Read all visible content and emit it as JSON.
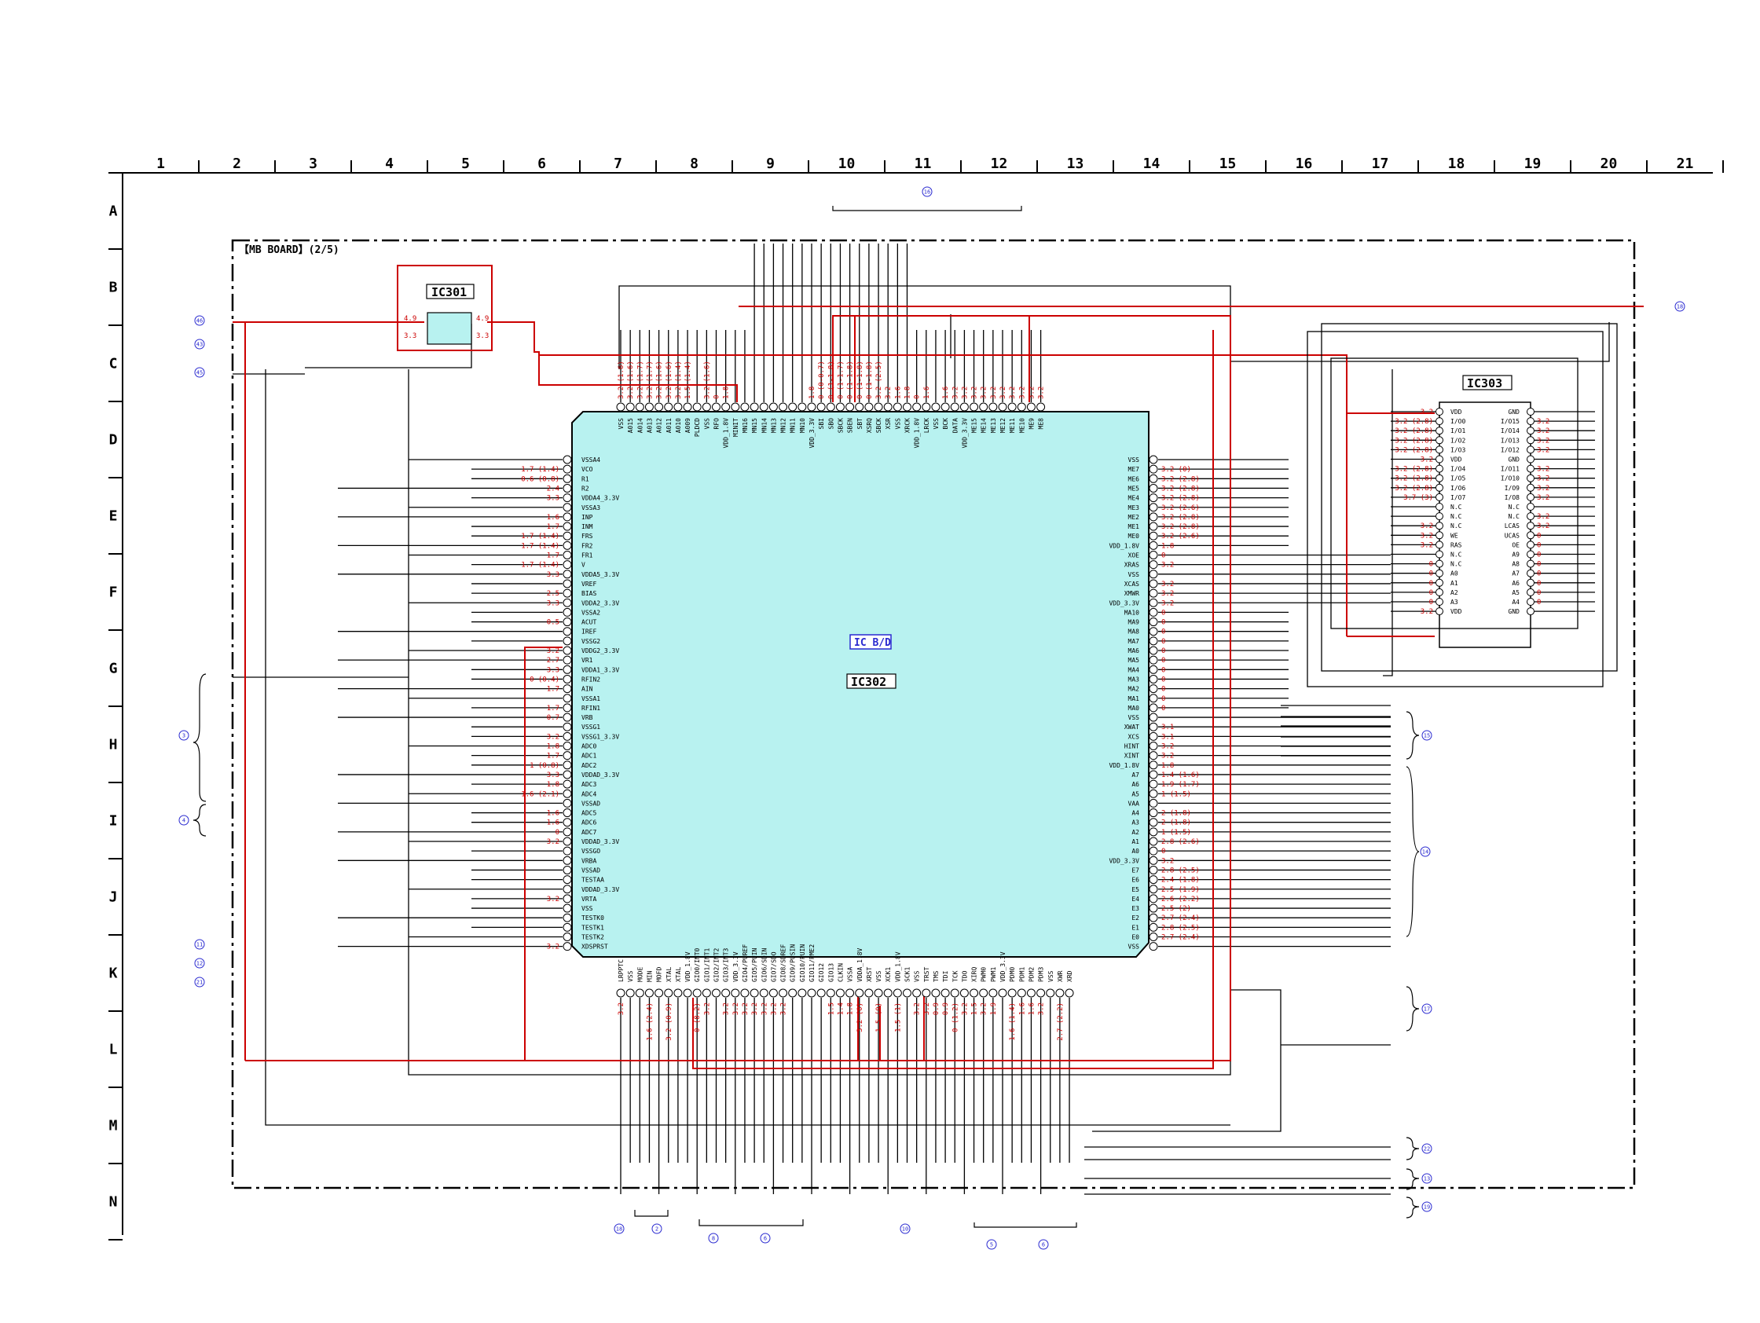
{
  "board_title": "【MB BOARD】(2/5)",
  "grid_columns": [
    "1",
    "2",
    "3",
    "4",
    "5",
    "6",
    "7",
    "8",
    "9",
    "10",
    "11",
    "12",
    "13",
    "14",
    "15",
    "16",
    "17",
    "18",
    "19",
    "20",
    "21"
  ],
  "grid_rows": [
    "A",
    "B",
    "C",
    "D",
    "E",
    "F",
    "G",
    "H",
    "I",
    "J",
    "K",
    "L",
    "M",
    "N"
  ],
  "ic301": {
    "name": "IC301",
    "voltages_left": [
      "4.9",
      "3.3"
    ],
    "voltages_right": [
      "4.9",
      "3.3"
    ]
  },
  "ic302": {
    "name": "IC302",
    "tag": "IC B/D",
    "left_pins": [
      "VSSA4",
      "VCO",
      "R1",
      "R2",
      "VDDA4_3.3V",
      "VSSA3",
      "INP",
      "INM",
      "FRS",
      "FR2",
      "FR1",
      "V",
      "VDDA5_3.3V",
      "VREF",
      "BIAS",
      "VDDA2_3.3V",
      "VSSA2",
      "ACUT",
      "IREF",
      "VSSG2",
      "VDDG2_3.3V",
      "VR1",
      "VDDA1_3.3V",
      "RFIN2",
      "AIN",
      "VSSA1",
      "RFIN1",
      "VRB",
      "VSSG1",
      "VSSG1_3.3V",
      "ADC0",
      "ADC1",
      "ADC2",
      "VDDAD_3.3V",
      "ADC3",
      "ADC4",
      "VSSAD",
      "ADC5",
      "ADC6",
      "ADC7",
      "VDDAD_3.3V",
      "VSSGO",
      "VRBA",
      "VSSAD",
      "TESTAA",
      "VDDAD_3.3V",
      "VRTA",
      "VSS",
      "TESTK0",
      "TESTK1",
      "TESTK2",
      "XDSPRST"
    ],
    "left_volts": [
      "",
      "1.7 (1.4)",
      "0.6 (0.8)",
      "2.4",
      "3.3",
      "",
      "1.6",
      "1.7",
      "1.7 (1.4)",
      "1.7 (1.4)",
      "1.7",
      "1.7 (1.4)",
      "3.3",
      "",
      "2.5",
      "3.3",
      "",
      "0.5",
      "",
      "",
      "3.2",
      "2.7",
      "3.3",
      "0 (0.4)",
      "1.7",
      "",
      "1.7",
      "0.7",
      "",
      "3.2",
      "1.8",
      "1.7",
      "1 (0.8)",
      "3.3",
      "1.8",
      "1.6 (2.1)",
      "",
      "1.6",
      "1.6",
      "0",
      "3.2",
      "",
      "",
      "",
      "",
      "",
      "3.2",
      "",
      "",
      "",
      "",
      "3.2"
    ],
    "right_pins": [
      "VSS",
      "ME7",
      "ME6",
      "ME5",
      "ME4",
      "ME3",
      "ME2",
      "ME1",
      "ME0",
      "VDD_1.8V",
      "XOE",
      "XRAS",
      "VSS",
      "XCAS",
      "XMWR",
      "VDD_3.3V",
      "MA10",
      "MA9",
      "MA8",
      "MA7",
      "MA6",
      "MA5",
      "MA4",
      "MA3",
      "MA2",
      "MA1",
      "MA0",
      "VSS",
      "XWAT",
      "XCS",
      "HINT",
      "XINT",
      "VDD_1.8V",
      "A7",
      "A6",
      "A5",
      "VAA",
      "A4",
      "A3",
      "A2",
      "A1",
      "A0",
      "VDD_3.3V",
      "E7",
      "E6",
      "E5",
      "E4",
      "E3",
      "E2",
      "E1",
      "E0",
      "VSS"
    ],
    "right_volts": [
      "",
      "3.2 (0)",
      "3.2 (2.8)",
      "3.2 (2.8)",
      "3.2 (2.8)",
      "3.2 (2.6)",
      "3.2 (2.8)",
      "3.2 (2.8)",
      "3.2 (2.6)",
      "1.8",
      "0",
      "3.2",
      "",
      "3.2",
      "3.2",
      "3.2",
      "0",
      "0",
      "0",
      "0",
      "0",
      "0",
      "0",
      "0",
      "0",
      "0",
      "0",
      "",
      "3.1",
      "3.1",
      "3.2",
      "3.2",
      "1.8",
      "1.4 (1.6)",
      "1.9 (1.7)",
      "1 (1.5)",
      "",
      "2 (1.8)",
      "2 (1.8)",
      "1 (1.5)",
      "2.8 (2.6)",
      "0",
      "3.2",
      "2.8 (2.5)",
      "2.4 (1.8)",
      "2.5 (1.9)",
      "2.6 (2.2)",
      "2.5 (2)",
      "2.7 (2.4)",
      "2.8 (2.5)",
      "2.7 (2.4)",
      ""
    ],
    "top_pins": [
      "VSS",
      "A015",
      "A014",
      "A013",
      "A012",
      "A011",
      "A010",
      "A009",
      "PLDCD",
      "VSS",
      "RFO",
      "VDD_1.8V",
      "MINIT",
      "MN16",
      "MN15",
      "MN14",
      "MN13",
      "MN12",
      "MN11",
      "MN10",
      "VDD_3.3V",
      "SBI",
      "SBO",
      "SBCK",
      "SBEN",
      "SBT",
      "XSRQ",
      "SBCK",
      "XSR",
      "VSS",
      "XRCK",
      "VDD_1.8V",
      "LRCK",
      "VSS",
      "BCK",
      "DATA",
      "VDD_3.3V",
      "ME15",
      "ME14",
      "ME13",
      "ME12",
      "ME11",
      "ME10",
      "ME9",
      "ME8"
    ],
    "top_volts": [
      "3.2 (1.6)",
      "3.2 (1.6)",
      "3.2 (1.7)",
      "3.2 (1.7)",
      "3.2 (1.6)",
      "3.2 (1.6)",
      "3.2 (1.4)",
      "1.5 (1.4)",
      "",
      "3.2 (1.6)",
      "0",
      "1.8",
      "",
      "",
      "",
      "",
      "",
      "",
      "",
      "",
      "1.8",
      "0 (0-0.7)",
      "0 (1-1.8)",
      "0 (1-1.7)",
      "0 (1-1.8)",
      "0 (1-1.8)",
      "0 (1-1.8)",
      "3.2 (2.5)",
      "3.2",
      "1.6",
      "1.8",
      "0",
      "1.6",
      "",
      "1.6",
      "3.2",
      "3.2",
      "3.2",
      "3.2",
      "3.2",
      "3.2",
      "3.2",
      "3.2",
      "3.2",
      "3.2"
    ],
    "bottom_pins": [
      "LRPPTC",
      "VSS",
      "MODE",
      "MIN",
      "MOFD",
      "XTAL",
      "XTAL",
      "VDD_1.8V",
      "GIO0/INT0",
      "GIO1/INT1",
      "GIO2/INT2",
      "GIO3/INT3",
      "VDD_3.3V",
      "GIO4/PUREF",
      "GIO5/PUIN",
      "GIO6/SDIN",
      "GIO7/SDO",
      "GIO8/SDREF",
      "GIO9/PUSIN",
      "GIO10/PUIN",
      "GIO11/PME2",
      "GIO12",
      "GIO13",
      "CLKIN",
      "VSSA",
      "VDDA_1.8V",
      "XRST",
      "VSS",
      "XCK1",
      "VDD_1.8V",
      "SCK1",
      "VSS",
      "TRST",
      "TMS",
      "TDI",
      "TCK",
      "TDO",
      "XIRQ",
      "PWM0",
      "PWM1",
      "VDD_3.3V",
      "PDM0",
      "PDM1",
      "PDM2",
      "PDM3",
      "VSS",
      "XWR",
      "XRD"
    ],
    "bottom_volts": [
      "3.2",
      "",
      "",
      "1.6 (2.4)",
      "",
      "3.2 (0.9)",
      "",
      "",
      "0 (8.2)",
      "3.2",
      "",
      "3.2",
      "3.2",
      "3.2",
      "3.2",
      "3.2",
      "3.2",
      "3.2",
      "",
      "",
      "",
      "",
      "1.5",
      "1.4",
      "1.8",
      "3.2 (0)",
      "",
      "1.5 (0)",
      "",
      "1.5 (1)",
      "",
      "3.2",
      "3.2",
      "0.9",
      "0.9",
      "0 (1.2)",
      "3.2",
      "1.5",
      "3.2",
      "1.9",
      "",
      "1.6 (1.4)",
      "1.6",
      "1.6",
      "3.2",
      "",
      "2.7 (2.2)",
      ""
    ]
  },
  "ic303": {
    "name": "IC303",
    "left_pins": [
      "VDD",
      "I/O0",
      "I/O1",
      "I/O2",
      "I/O3",
      "VDD",
      "I/O4",
      "I/O5",
      "I/O6",
      "I/O7",
      "N.C",
      "N.C",
      "N.C",
      "WE",
      "RAS",
      "N.C",
      "N.C",
      "A0",
      "A1",
      "A2",
      "A3",
      "VDD"
    ],
    "left_volts": [
      "3.2",
      "3.2 (2.8)",
      "3.2 (2.8)",
      "3.2 (2.8)",
      "3.2 (2.8)",
      "3.2",
      "3.2 (2.8)",
      "3.2 (2.8)",
      "3.2 (2.8)",
      "3.7 (3)",
      "",
      "",
      "3.2",
      "3.2",
      "3.2",
      "",
      "0",
      "0",
      "0",
      "0",
      "0",
      "3.2"
    ],
    "right_pins": [
      "GND",
      "I/O15",
      "I/O14",
      "I/O13",
      "I/O12",
      "GND",
      "I/O11",
      "I/O10",
      "I/O9",
      "I/O8",
      "N.C",
      "N.C",
      "LCAS",
      "UCAS",
      "OE",
      "A9",
      "A8",
      "A7",
      "A6",
      "A5",
      "A4",
      "GND"
    ],
    "right_volts": [
      "",
      "3.2",
      "3.2",
      "3.2",
      "3.2",
      "",
      "3.2",
      "3.2",
      "3.2",
      "3.2",
      "",
      "3.2",
      "3.2",
      "0",
      "0",
      "0",
      "0",
      "0",
      "0",
      "0",
      "0",
      ""
    ]
  },
  "ref_labels": {
    "top_bus": "16",
    "left": [
      "46",
      "43",
      "45",
      "3",
      "4",
      "11",
      "12",
      "21"
    ],
    "right": [
      "18",
      "15",
      "14",
      "17",
      "22",
      "13",
      "19"
    ],
    "bottom": [
      "18",
      "2",
      "8",
      "6",
      "10",
      "5",
      "6"
    ]
  },
  "colors": {
    "ic_fill": "#b8f2f0",
    "power_trace": "#cc0000",
    "signal_trace": "#000000",
    "voltage_text": "#cc0000",
    "ref_text": "#2a2ad0"
  }
}
